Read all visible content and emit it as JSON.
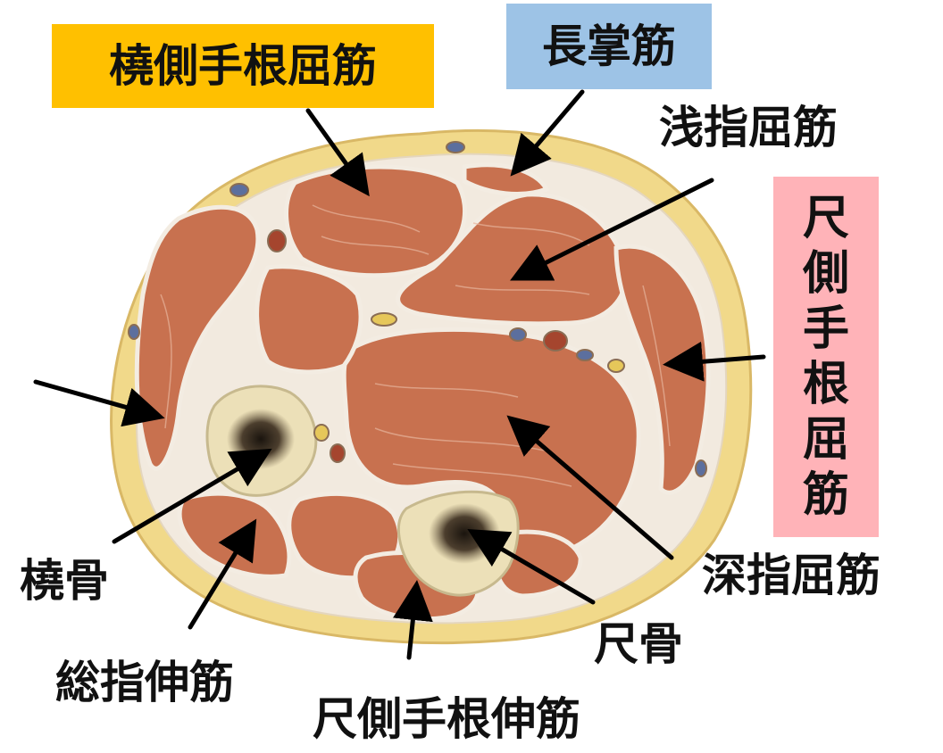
{
  "labels": {
    "flexor_carpi_radialis": "橈側手根屈筋",
    "palmaris_longus": "長掌筋",
    "flexor_digitorum_superficialis": "浅指屈筋",
    "flexor_carpi_ulnaris": "尺側手根屈筋",
    "flexor_digitorum_profundus": "深指屈筋",
    "radius": "橈骨",
    "ulna": "尺骨",
    "extensor_digitorum": "総指伸筋",
    "extensor_carpi_ulnaris": "尺側手根伸筋"
  },
  "highlight_colors": {
    "flexor_carpi_radialis": "#ffc000",
    "palmaris_longus": "#9dc3e6",
    "flexor_carpi_ulnaris": "#ffb3b8"
  },
  "colors": {
    "skin_fat": "#f3dc8a",
    "muscle": "#c8714f",
    "fascia": "#f2eadf",
    "bone": "#ece0b8",
    "marrow": "#2a2118",
    "arrow": "#000000"
  }
}
